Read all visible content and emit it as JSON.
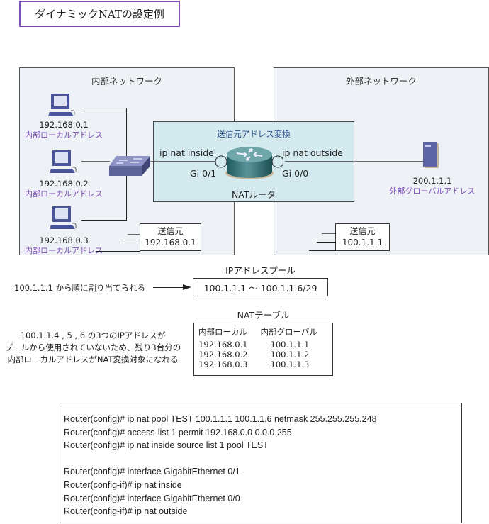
{
  "title": "ダイナミックNATの設定例",
  "inside_network": {
    "label": "内部ネットワーク",
    "hosts": [
      {
        "ip": "192.168.0.1",
        "role": "内部ローカルアドレス"
      },
      {
        "ip": "192.168.0.2",
        "role": "内部ローカルアドレス"
      },
      {
        "ip": "192.168.0.3",
        "role": "内部ローカルアドレス"
      }
    ],
    "source_packet": {
      "label": "送信元",
      "address": "192.168.0.1"
    }
  },
  "outside_network": {
    "label": "外部ネットワーク",
    "server": {
      "ip": "200.1.1.1",
      "role": "外部グローバルアドレス"
    },
    "source_packet": {
      "label": "送信元",
      "address": "100.1.1.1"
    }
  },
  "nat_router": {
    "caption": "送信元アドレス変換",
    "name": "NATルータ",
    "inside_cmd": "ip nat inside",
    "inside_if": "Gi 0/1",
    "outside_cmd": "ip nat outside",
    "outside_if": "Gi 0/0"
  },
  "pool": {
    "title": "IPアドレスプール",
    "range": "100.1.1.1 ～ 100.1.1.6/29",
    "note": "100.1.1.1 から順に割り当てられる"
  },
  "nat_table": {
    "title": "NATテーブル",
    "headers": [
      "内部ローカル",
      "内部グローバル"
    ],
    "rows": [
      [
        "192.168.0.1",
        "100.1.1.1"
      ],
      [
        "192.168.0.2",
        "100.1.1.2"
      ],
      [
        "192.168.0.3",
        "100.1.1.3"
      ]
    ],
    "note_lines": [
      "100.1.1.4 , 5 , 6 の3つのIPアドレスが",
      "プールから使用されていないため、残り3台分の",
      "内部ローカルアドレスがNAT変換対象になれる"
    ]
  },
  "cli": [
    "Router(config)# ip nat pool TEST 100.1.1.1 100.1.1.6 netmask 255.255.255.248",
    "Router(config)# access-list 1 permit 192.168.0.0 0.0.0.255",
    "Router(config)# ip nat inside source list 1 pool TEST",
    "",
    "Router(config)# interface GigabitEthernet 0/1",
    "Router(config-if)# ip nat inside",
    "Router(config)# interface GigabitEthernet 0/0",
    "Router(config-if)# ip nat outside"
  ],
  "colors": {
    "accent_purple": "#7e4fb8",
    "network_bg": "#eef1f6",
    "nat_box_bg": "#d4eaee",
    "caption_blue": "#2b4f8c"
  }
}
